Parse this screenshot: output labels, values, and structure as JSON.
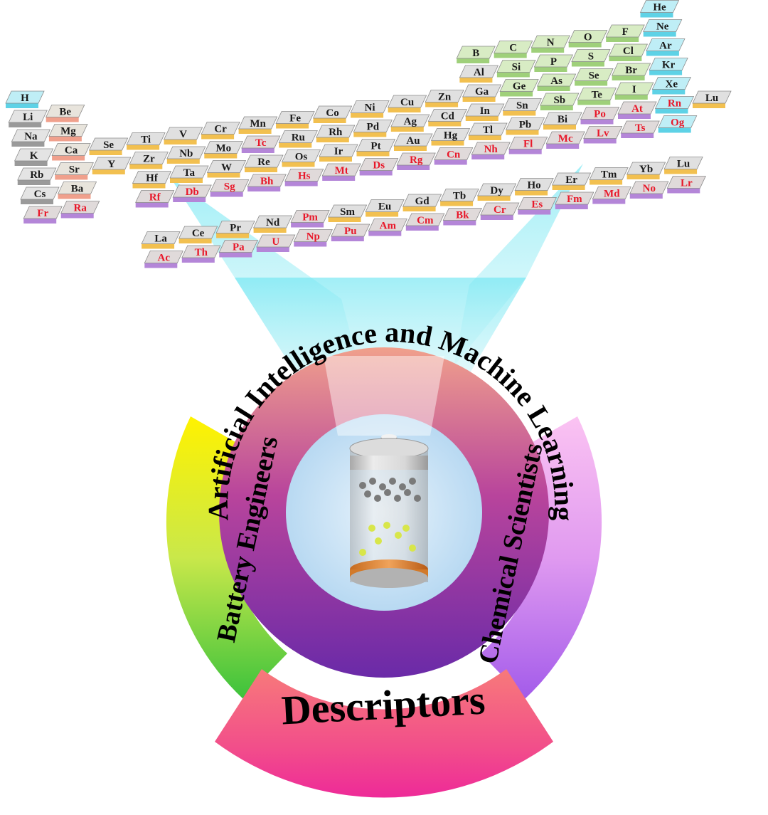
{
  "rings": {
    "center_title": "Artificial Intelligence and Machine Learning",
    "left_label": "Battery Engineers",
    "right_label": "Chemical Scientists",
    "bottom_label": "Descriptors"
  },
  "periodic_table": {
    "highlight_color": "#e8182a",
    "normal_text_color": "#1a1a1a",
    "row_colors": [
      "#bfe8f0",
      "#d8d8d8",
      "#f4c46a",
      "#c9e3a8",
      "#f2a09a",
      "#b89bd9",
      "#6fd8ea"
    ],
    "elements": [
      {
        "s": "H",
        "r": 0,
        "c": 0,
        "k": "cyan"
      },
      {
        "s": "He",
        "r": 0,
        "c": 17,
        "k": "cyan"
      },
      {
        "s": "Li",
        "r": 1,
        "c": 0,
        "k": "gray"
      },
      {
        "s": "Be",
        "r": 1,
        "c": 1,
        "k": "salmon"
      },
      {
        "s": "B",
        "r": 1,
        "c": 12,
        "k": "green"
      },
      {
        "s": "C",
        "r": 1,
        "c": 13,
        "k": "green"
      },
      {
        "s": "N",
        "r": 1,
        "c": 14,
        "k": "green"
      },
      {
        "s": "O",
        "r": 1,
        "c": 15,
        "k": "green"
      },
      {
        "s": "F",
        "r": 1,
        "c": 16,
        "k": "green"
      },
      {
        "s": "Ne",
        "r": 1,
        "c": 17,
        "k": "cyan"
      },
      {
        "s": "Na",
        "r": 2,
        "c": 0,
        "k": "gray"
      },
      {
        "s": "Mg",
        "r": 2,
        "c": 1,
        "k": "salmon"
      },
      {
        "s": "Al",
        "r": 2,
        "c": 12,
        "k": "orange"
      },
      {
        "s": "Si",
        "r": 2,
        "c": 13,
        "k": "green"
      },
      {
        "s": "P",
        "r": 2,
        "c": 14,
        "k": "green"
      },
      {
        "s": "S",
        "r": 2,
        "c": 15,
        "k": "green"
      },
      {
        "s": "Cl",
        "r": 2,
        "c": 16,
        "k": "green"
      },
      {
        "s": "Ar",
        "r": 2,
        "c": 17,
        "k": "cyan"
      },
      {
        "s": "K",
        "r": 3,
        "c": 0,
        "k": "gray"
      },
      {
        "s": "Ca",
        "r": 3,
        "c": 1,
        "k": "salmon"
      },
      {
        "s": "Se",
        "r": 3,
        "c": 2,
        "k": "orange"
      },
      {
        "s": "Ti",
        "r": 3,
        "c": 3,
        "k": "orange"
      },
      {
        "s": "V",
        "r": 3,
        "c": 4,
        "k": "orange"
      },
      {
        "s": "Cr",
        "r": 3,
        "c": 5,
        "k": "orange"
      },
      {
        "s": "Mn",
        "r": 3,
        "c": 6,
        "k": "orange"
      },
      {
        "s": "Fe",
        "r": 3,
        "c": 7,
        "k": "orange"
      },
      {
        "s": "Co",
        "r": 3,
        "c": 8,
        "k": "orange"
      },
      {
        "s": "Ni",
        "r": 3,
        "c": 9,
        "k": "orange"
      },
      {
        "s": "Cu",
        "r": 3,
        "c": 10,
        "k": "orange"
      },
      {
        "s": "Zn",
        "r": 3,
        "c": 11,
        "k": "orange"
      },
      {
        "s": "Ga",
        "r": 3,
        "c": 12,
        "k": "orange"
      },
      {
        "s": "Ge",
        "r": 3,
        "c": 13,
        "k": "green"
      },
      {
        "s": "As",
        "r": 3,
        "c": 14,
        "k": "green"
      },
      {
        "s": "Se",
        "r": 3,
        "c": 15,
        "k": "green"
      },
      {
        "s": "Br",
        "r": 3,
        "c": 16,
        "k": "green"
      },
      {
        "s": "Kr",
        "r": 3,
        "c": 17,
        "k": "cyan"
      },
      {
        "s": "Rb",
        "r": 4,
        "c": 0,
        "k": "gray"
      },
      {
        "s": "Sr",
        "r": 4,
        "c": 1,
        "k": "salmon"
      },
      {
        "s": "Y",
        "r": 4,
        "c": 2,
        "k": "orange"
      },
      {
        "s": "Zr",
        "r": 4,
        "c": 3,
        "k": "orange"
      },
      {
        "s": "Nb",
        "r": 4,
        "c": 4,
        "k": "orange"
      },
      {
        "s": "Mo",
        "r": 4,
        "c": 5,
        "k": "orange"
      },
      {
        "s": "Tc",
        "r": 4,
        "c": 6,
        "k": "purple",
        "red": true
      },
      {
        "s": "Ru",
        "r": 4,
        "c": 7,
        "k": "orange"
      },
      {
        "s": "Rh",
        "r": 4,
        "c": 8,
        "k": "orange"
      },
      {
        "s": "Pd",
        "r": 4,
        "c": 9,
        "k": "orange"
      },
      {
        "s": "Ag",
        "r": 4,
        "c": 10,
        "k": "orange"
      },
      {
        "s": "Cd",
        "r": 4,
        "c": 11,
        "k": "orange"
      },
      {
        "s": "In",
        "r": 4,
        "c": 12,
        "k": "orange"
      },
      {
        "s": "Sn",
        "r": 4,
        "c": 13,
        "k": "orange"
      },
      {
        "s": "Sb",
        "r": 4,
        "c": 14,
        "k": "green"
      },
      {
        "s": "Te",
        "r": 4,
        "c": 15,
        "k": "green"
      },
      {
        "s": "I",
        "r": 4,
        "c": 16,
        "k": "green"
      },
      {
        "s": "Xe",
        "r": 4,
        "c": 17,
        "k": "cyan"
      },
      {
        "s": "Cs",
        "r": 5,
        "c": 0,
        "k": "gray"
      },
      {
        "s": "Ba",
        "r": 5,
        "c": 1,
        "k": "salmon"
      },
      {
        "s": "Hf",
        "r": 5,
        "c": 3,
        "k": "orange"
      },
      {
        "s": "Ta",
        "r": 5,
        "c": 4,
        "k": "orange"
      },
      {
        "s": "W",
        "r": 5,
        "c": 5,
        "k": "orange"
      },
      {
        "s": "Re",
        "r": 5,
        "c": 6,
        "k": "orange"
      },
      {
        "s": "Os",
        "r": 5,
        "c": 7,
        "k": "orange"
      },
      {
        "s": "Ir",
        "r": 5,
        "c": 8,
        "k": "orange"
      },
      {
        "s": "Pt",
        "r": 5,
        "c": 9,
        "k": "orange"
      },
      {
        "s": "Au",
        "r": 5,
        "c": 10,
        "k": "orange"
      },
      {
        "s": "Hg",
        "r": 5,
        "c": 11,
        "k": "orange"
      },
      {
        "s": "Tl",
        "r": 5,
        "c": 12,
        "k": "orange"
      },
      {
        "s": "Pb",
        "r": 5,
        "c": 13,
        "k": "orange"
      },
      {
        "s": "Bi",
        "r": 5,
        "c": 14,
        "k": "orange"
      },
      {
        "s": "Po",
        "r": 5,
        "c": 15,
        "k": "purple",
        "red": true
      },
      {
        "s": "At",
        "r": 5,
        "c": 16,
        "k": "purple",
        "red": true
      },
      {
        "s": "Rn",
        "r": 5,
        "c": 17,
        "k": "cyan",
        "red": true
      },
      {
        "s": "Fr",
        "r": 6,
        "c": 0,
        "k": "purple",
        "red": true
      },
      {
        "s": "Ra",
        "r": 6,
        "c": 1,
        "k": "purple",
        "red": true
      },
      {
        "s": "Rf",
        "r": 6,
        "c": 3,
        "k": "purple",
        "red": true
      },
      {
        "s": "Db",
        "r": 6,
        "c": 4,
        "k": "purple",
        "red": true
      },
      {
        "s": "Sg",
        "r": 6,
        "c": 5,
        "k": "purple",
        "red": true
      },
      {
        "s": "Bh",
        "r": 6,
        "c": 6,
        "k": "purple",
        "red": true
      },
      {
        "s": "Hs",
        "r": 6,
        "c": 7,
        "k": "purple",
        "red": true
      },
      {
        "s": "Mt",
        "r": 6,
        "c": 8,
        "k": "purple",
        "red": true
      },
      {
        "s": "Ds",
        "r": 6,
        "c": 9,
        "k": "purple",
        "red": true
      },
      {
        "s": "Rg",
        "r": 6,
        "c": 10,
        "k": "purple",
        "red": true
      },
      {
        "s": "Cn",
        "r": 6,
        "c": 11,
        "k": "purple",
        "red": true
      },
      {
        "s": "Nh",
        "r": 6,
        "c": 12,
        "k": "purple",
        "red": true
      },
      {
        "s": "Fl",
        "r": 6,
        "c": 13,
        "k": "purple",
        "red": true
      },
      {
        "s": "Mc",
        "r": 6,
        "c": 14,
        "k": "purple",
        "red": true
      },
      {
        "s": "Lv",
        "r": 6,
        "c": 15,
        "k": "purple",
        "red": true
      },
      {
        "s": "Ts",
        "r": 6,
        "c": 16,
        "k": "purple",
        "red": true
      },
      {
        "s": "Og",
        "r": 6,
        "c": 17,
        "k": "cyan",
        "red": true
      },
      {
        "s": "Lu",
        "r": 5,
        "c": 18,
        "k": "orange"
      },
      {
        "s": "Yb",
        "r": 5,
        "c": 17.0,
        "k": "orange",
        "skip": true
      },
      {
        "s": "La",
        "r": 8,
        "c": 3,
        "k": "orange"
      },
      {
        "s": "Ce",
        "r": 8,
        "c": 4,
        "k": "orange"
      },
      {
        "s": "Pr",
        "r": 8,
        "c": 5,
        "k": "orange"
      },
      {
        "s": "Nd",
        "r": 8,
        "c": 6,
        "k": "orange"
      },
      {
        "s": "Pm",
        "r": 8,
        "c": 7,
        "k": "purple",
        "red": true
      },
      {
        "s": "Sm",
        "r": 8,
        "c": 8,
        "k": "orange"
      },
      {
        "s": "Eu",
        "r": 8,
        "c": 9,
        "k": "orange"
      },
      {
        "s": "Gd",
        "r": 8,
        "c": 10,
        "k": "orange"
      },
      {
        "s": "Tb",
        "r": 8,
        "c": 11,
        "k": "orange"
      },
      {
        "s": "Dy",
        "r": 8,
        "c": 12,
        "k": "orange"
      },
      {
        "s": "Ho",
        "r": 8,
        "c": 13,
        "k": "orange"
      },
      {
        "s": "Er",
        "r": 8,
        "c": 14,
        "k": "orange"
      },
      {
        "s": "Tm",
        "r": 8,
        "c": 15,
        "k": "orange"
      },
      {
        "s": "Yb",
        "r": 8,
        "c": 16,
        "k": "orange"
      },
      {
        "s": "Lu",
        "r": 8,
        "c": 17,
        "k": "orange"
      },
      {
        "s": "Ac",
        "r": 9,
        "c": 3,
        "k": "purple",
        "red": true
      },
      {
        "s": "Th",
        "r": 9,
        "c": 4,
        "k": "purple",
        "red": true
      },
      {
        "s": "Pa",
        "r": 9,
        "c": 5,
        "k": "purple",
        "red": true
      },
      {
        "s": "U",
        "r": 9,
        "c": 6,
        "k": "purple",
        "red": true
      },
      {
        "s": "Np",
        "r": 9,
        "c": 7,
        "k": "purple",
        "red": true
      },
      {
        "s": "Pu",
        "r": 9,
        "c": 8,
        "k": "purple",
        "red": true
      },
      {
        "s": "Am",
        "r": 9,
        "c": 9,
        "k": "purple",
        "red": true
      },
      {
        "s": "Cm",
        "r": 9,
        "c": 10,
        "k": "purple",
        "red": true
      },
      {
        "s": "Bk",
        "r": 9,
        "c": 11,
        "k": "purple",
        "red": true
      },
      {
        "s": "Cr",
        "r": 9,
        "c": 12,
        "k": "purple",
        "red": true
      },
      {
        "s": "Es",
        "r": 9,
        "c": 13,
        "k": "purple",
        "red": true
      },
      {
        "s": "Fm",
        "r": 9,
        "c": 14,
        "k": "purple",
        "red": true
      },
      {
        "s": "Md",
        "r": 9,
        "c": 15,
        "k": "purple",
        "red": true
      },
      {
        "s": "No",
        "r": 9,
        "c": 16,
        "k": "purple",
        "red": true
      },
      {
        "s": "Lr",
        "r": 9,
        "c": 17,
        "k": "purple",
        "red": true
      }
    ]
  }
}
